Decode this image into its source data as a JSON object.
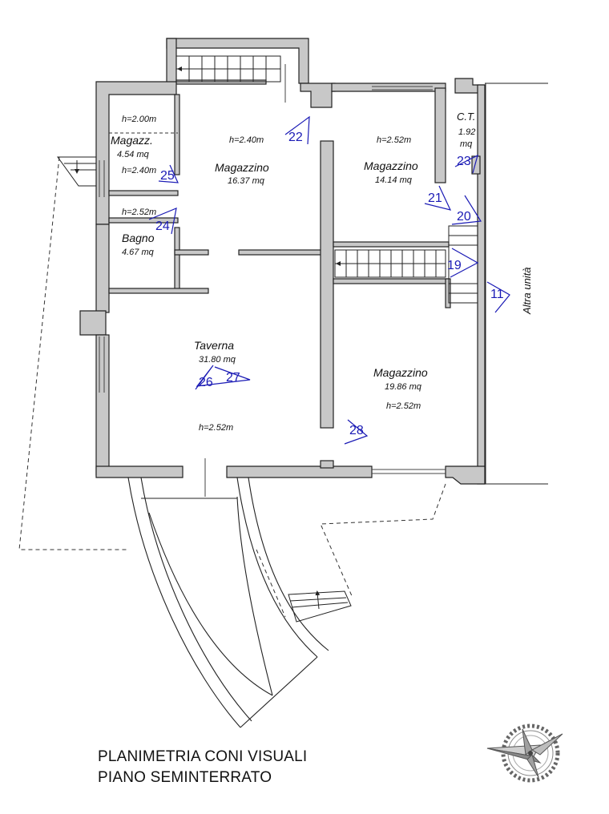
{
  "title": {
    "line1": "PLANIMETRIA CONI VISUALI",
    "line2": "PIANO SEMINTERRATO"
  },
  "neighbor_label": "Altra unità",
  "rooms": {
    "magazz_small": {
      "name": "Magazz.",
      "area": "4.54 mq",
      "h_top": "h=2.00m",
      "h_bottom": "h=2.40m"
    },
    "bagno": {
      "name": "Bagno",
      "area": "4.67 mq",
      "height": "h=2.52m"
    },
    "magazzino_center": {
      "name": "Magazzino",
      "area": "16.37 mq",
      "height": "h=2.40m"
    },
    "magazzino_right": {
      "name": "Magazzino",
      "area": "14.14 mq",
      "height": "h=2.52m"
    },
    "ct": {
      "name": "C.T.",
      "area": "1.92",
      "unit": "mq"
    },
    "taverna": {
      "name": "Taverna",
      "area": "31.80 mq",
      "height": "h=2.52m"
    },
    "magazzino_bottom": {
      "name": "Magazzino",
      "area": "19.86 mq",
      "height": "h=2.52m"
    }
  },
  "cones": [
    "11",
    "19",
    "20",
    "21",
    "22",
    "23",
    "24",
    "25",
    "26",
    "27",
    "28"
  ],
  "colors": {
    "wall_fill": "#c8c8c8",
    "wall_stroke": "#222222",
    "cone": "#1a1ab5"
  },
  "icons": {
    "compass": "compass-rose-icon"
  }
}
